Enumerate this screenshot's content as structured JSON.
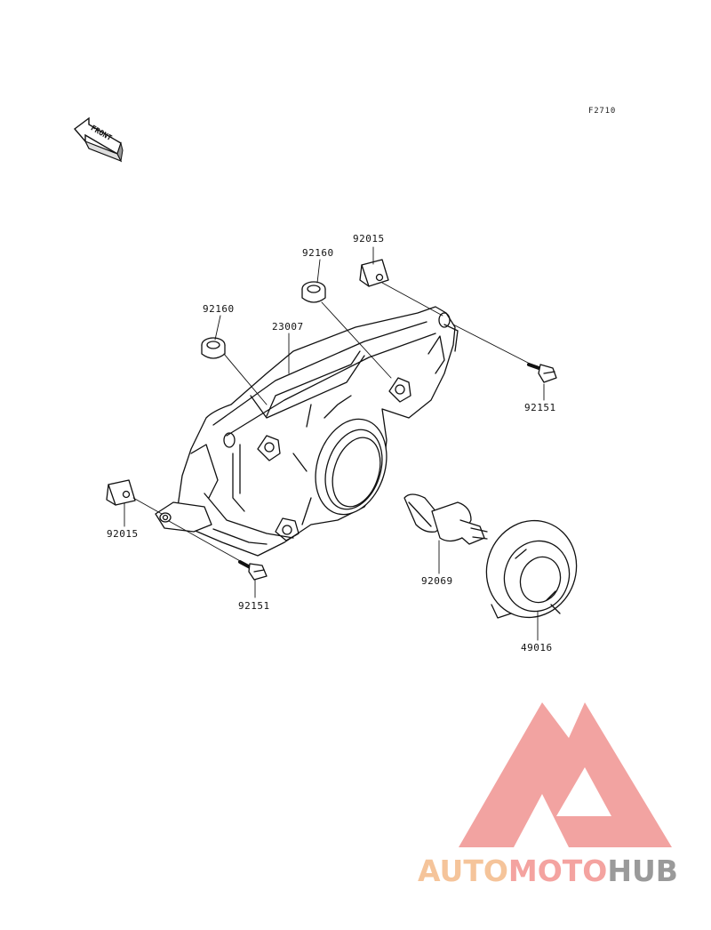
{
  "figure_code": "F2710",
  "front_label": "FRONT",
  "parts": [
    {
      "id": "p-92015-top",
      "number": "92015"
    },
    {
      "id": "p-92160-top",
      "number": "92160"
    },
    {
      "id": "p-92160-left",
      "number": "92160"
    },
    {
      "id": "p-23007",
      "number": "23007"
    },
    {
      "id": "p-92151-right",
      "number": "92151"
    },
    {
      "id": "p-92015-left",
      "number": "92015"
    },
    {
      "id": "p-92151-bottom",
      "number": "92151"
    },
    {
      "id": "p-92069",
      "number": "92069"
    },
    {
      "id": "p-49016",
      "number": "49016"
    }
  ],
  "watermark": {
    "part1": "AUTO",
    "part2": "MOTO",
    "part3": "HUB",
    "colors": {
      "auto": "#f5c49a",
      "moto": "#f4a3a0",
      "hub": "#9a9a9a",
      "logo": "#f2a3a1"
    }
  }
}
